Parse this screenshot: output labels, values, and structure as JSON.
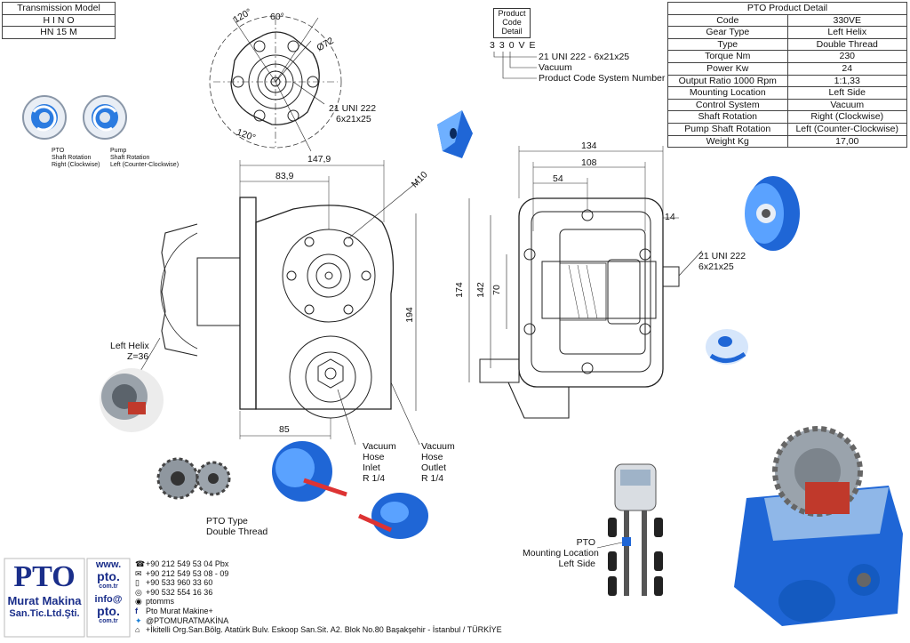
{
  "transmission_model": {
    "header": "Transmission Model",
    "brand": "H I N O",
    "model": "HN 15 M"
  },
  "rotation_icons": {
    "pto": [
      "PTO",
      "Shaft Rotation",
      "Right (Clockwise)"
    ],
    "pump": [
      "Pump",
      "Shaft Rotation",
      "Left (Counter-Clockwise)"
    ]
  },
  "product_code_box": {
    "title_lines": [
      "Product",
      "Code",
      "Detail"
    ],
    "code_chars": [
      "3",
      "3",
      "0",
      "V",
      "E"
    ],
    "legend": [
      "21 UNI 222 - 6x21x25",
      "Vacuum",
      "Product Code System Number"
    ]
  },
  "pto_detail": {
    "title": "PTO Product Detail",
    "rows": [
      {
        "label": "Code",
        "value": "330VE"
      },
      {
        "label": "Gear Type",
        "value": "Left Helix"
      },
      {
        "label": "Type",
        "value": "Double Thread"
      },
      {
        "label": "Torque Nm",
        "value": "230"
      },
      {
        "label": "Power Kw",
        "value": "24"
      },
      {
        "label": "Output Ratio 1000 Rpm",
        "value": "1:1,33"
      },
      {
        "label": "Mounting Location",
        "value": "Left Side"
      },
      {
        "label": "Control System",
        "value": "Vacuum"
      },
      {
        "label": "Shaft Rotation",
        "value": "Right (Clockwise)"
      },
      {
        "label": "Pump Shaft Rotation",
        "value": "Left (Counter-Clockwise)"
      },
      {
        "label": "Weight Kg",
        "value": "17,00"
      }
    ]
  },
  "flange_view": {
    "angle_top_left": "120°",
    "angle_top": "60°",
    "diameter": "Ø72",
    "angle_bottom": "120°",
    "spline": [
      "21 UNI 222",
      "6x21x25"
    ]
  },
  "side_view": {
    "dim_width": "147,9",
    "dim_inner": "83,9",
    "bolt": "M10",
    "dim_height": "194",
    "dim_bottom": "85",
    "gear_label": [
      "Left Helix",
      "Z=36"
    ]
  },
  "front_view": {
    "dim_134": "134",
    "dim_108": "108",
    "dim_54": "54",
    "dim_14": "14",
    "dim_174": "174",
    "dim_142": "142",
    "dim_70": "70",
    "spline": [
      "21 UNI 222",
      "6x21x25"
    ]
  },
  "vacuum_inlet": [
    "Vacuum",
    "Hose",
    "Inlet",
    "R 1/4"
  ],
  "vacuum_outlet": [
    "Vacuum",
    "Hose",
    "Outlet",
    "R 1/4"
  ],
  "pto_type": [
    "PTO Type",
    "Double Thread"
  ],
  "mounting_label": [
    "PTO",
    "Mounting Location",
    "Left Side"
  ],
  "company": {
    "logo_pto": "PTO",
    "logo_line1": "Murat Makina",
    "logo_line2": "San.Tic.Ltd.Şti.",
    "web_lines": [
      "www.",
      "pto.",
      "com.tr"
    ],
    "mail_lines": [
      "info@",
      "pto.",
      "com.tr"
    ]
  },
  "contacts": [
    {
      "icon": "phone-icon",
      "glyph": "☎",
      "text": "+90 212 549 53 04  Pbx"
    },
    {
      "icon": "fax-icon",
      "glyph": "✉",
      "text": "+90 212 549 53 08 - 09"
    },
    {
      "icon": "mobile-icon",
      "glyph": "▯",
      "text": "+90 533 960 33 60"
    },
    {
      "icon": "whatsapp-icon",
      "glyph": "◎",
      "text": "+90 532 554 16 36"
    },
    {
      "icon": "instagram-icon",
      "glyph": "◉",
      "text": "ptomms"
    },
    {
      "icon": "facebook-icon",
      "glyph": "f",
      "text": "Pto Murat Makine+"
    },
    {
      "icon": "twitter-icon",
      "glyph": "✦",
      "text": "@PTOMURATMAKİNA"
    },
    {
      "icon": "location-icon",
      "glyph": "⌂",
      "text": "+İkitelli Org.San.Bölg. Atatürk Bulv. Eskoop San.Sit. A2. Blok No.80 Başakşehir - İstanbul / TÜRKİYE"
    }
  ],
  "colors": {
    "pto_blue": "#1f66d6",
    "logo_blue": "#1a2e8a",
    "line": "#222222"
  }
}
